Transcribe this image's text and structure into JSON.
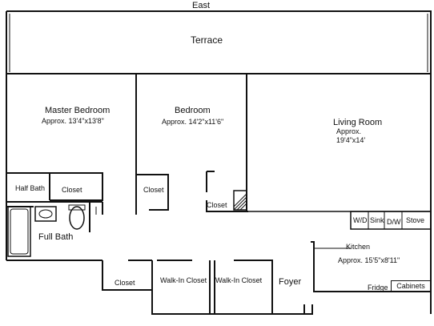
{
  "compass": {
    "east": "East"
  },
  "rooms": {
    "terrace": {
      "name": "Terrace"
    },
    "master_bedroom": {
      "name": "Master Bedroom",
      "size": "Approx. 13'4\"x13'8\""
    },
    "bedroom": {
      "name": "Bedroom",
      "size": "Approx. 14'2\"x11'6\""
    },
    "living_room": {
      "name": "Living Room",
      "approx": "Approx.",
      "size": "19'4\"x14'"
    },
    "half_bath": {
      "name": "Half Bath"
    },
    "closet_master": {
      "name": "Closet"
    },
    "closet_bedroom": {
      "name": "Closet"
    },
    "closet_living": {
      "name": "Closet"
    },
    "full_bath": {
      "name": "Full Bath"
    },
    "closet_hall": {
      "name": "Closet"
    },
    "walk_in_closet_1": {
      "name": "Walk-In Closet"
    },
    "walk_in_closet_2": {
      "name": "Walk-In Closet"
    },
    "foyer": {
      "name": "Foyer"
    },
    "kitchen": {
      "name": "Kitchen",
      "size": "Approx. 15'5\"x8'11\""
    }
  },
  "fixtures": {
    "washer_dryer": "W/D",
    "sink": "Sink",
    "dishwasher": "D/W",
    "stove": "Stove",
    "fridge": "Fridge",
    "cabinets": "Cabinets"
  }
}
